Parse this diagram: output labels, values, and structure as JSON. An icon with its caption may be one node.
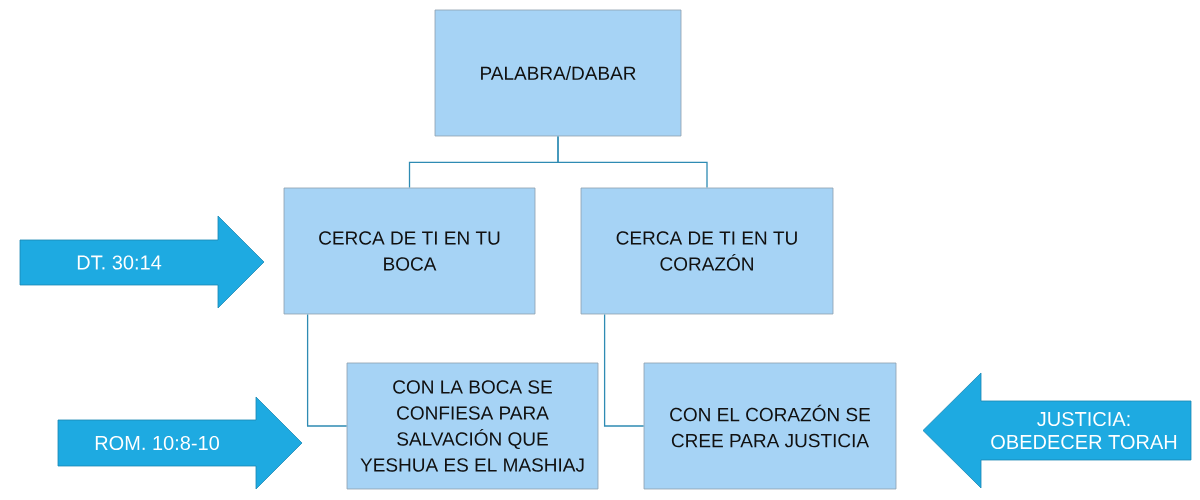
{
  "diagram": {
    "nodes": [
      {
        "text": [
          "PALABRA/DABAR"
        ]
      },
      {
        "text": [
          "DT. 30:14"
        ]
      },
      {
        "text": [
          "CERCA DE TI EN TU BOCA"
        ]
      },
      {
        "text": [
          "CERCA DE TI EN TU CORAZÓN"
        ]
      },
      {
        "text": [
          "ROM. 10:8-10"
        ]
      },
      {
        "text": [
          "CON LA BOCA SE CONFIESA PARA SALVACIÓN QUE YESHUA ES EL MASHIAJ"
        ]
      },
      {
        "text": [
          "CON EL CORAZÓN SE CREE PARA JUSTICIA"
        ]
      },
      {
        "text": [
          "JUSTICIA: OBEDECER TORAH"
        ]
      }
    ],
    "edges": [
      {
        "from": 0,
        "to": 2,
        "arrow": "none"
      },
      {
        "from": 0,
        "to": 3,
        "arrow": "none"
      },
      {
        "from": 2,
        "to": 5,
        "arrow": "none"
      },
      {
        "from": 3,
        "to": 6,
        "arrow": "none"
      }
    ]
  }
}
